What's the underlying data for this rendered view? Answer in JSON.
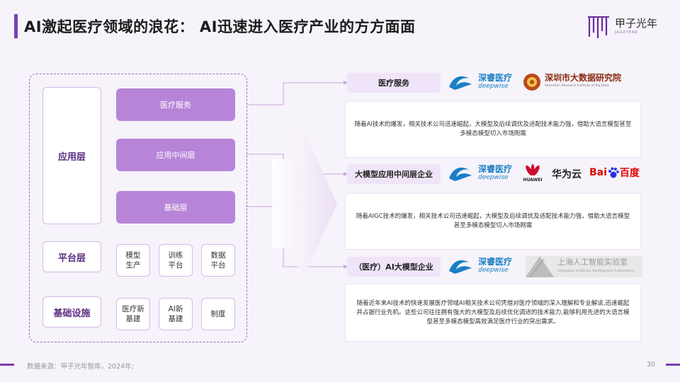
{
  "header": {
    "title": "AI激起医疗领域的浪花： AI迅速进入医疗产业的方方面面",
    "brand_name": "甲子光年",
    "brand_sub": "JAZZYEAR"
  },
  "diagram": {
    "layers": {
      "application": "应用层",
      "platform": "平台层",
      "infrastructure": "基础设施"
    },
    "app_items": [
      "医疗服务",
      "应用中间层",
      "基础层"
    ],
    "platform_items": [
      {
        "line1": "模型",
        "line2": "生产"
      },
      {
        "line1": "训练",
        "line2": "平台"
      },
      {
        "line1": "数据",
        "line2": "平台"
      }
    ],
    "infra_items": [
      {
        "line1": "医疗新",
        "line2": "基建"
      },
      {
        "line1": "AI新",
        "line2": "基建"
      },
      {
        "line1": "制度",
        "line2": ""
      }
    ]
  },
  "categories": [
    {
      "label": "医疗服务",
      "desc": "随着AI技术的爆发，相关技术公司迅速崛起，大模型及后续调优及适配技术能力强，借助大语言模型甚至多模态模型切入市场刚需"
    },
    {
      "label": "大模型应用中间层企业",
      "desc": "随着AIGC技术的爆发，相关技术公司迅速崛起，大模型及后续调优及适配技术能力强，借助大语言模型甚至多模态模型切入市场刚需"
    },
    {
      "label": "（医疗）AI大模型企业",
      "desc": "随着近年来AI技术的快速发展医疗领域AI相关技术公司凭借对医疗领域的深入理解和专业解读,迅速崛起并占据行业先机。这些公司往往拥有强大的大模型及后续优化调适的技术能力,能够利用先进的大语言模型甚至多模态模型高效满足医疗行业的突出需求。"
    }
  ],
  "logos": {
    "deepwise_cn": "深睿医疗",
    "deepwise_en": "deepwise",
    "sribd_cn": "深圳市大数据研究院",
    "sribd_en": "Shenzhen Research Institute of Big Data",
    "huawei": "HUAWEI",
    "huawei_cloud": "华为云",
    "baidu_cn": "百度",
    "baidu_en": "Bai",
    "shlab": "上海人工智能实验室",
    "shlab_en": "Shanghai Artificial Intelligence Laboratory"
  },
  "footer": {
    "source": "数据来源：甲子光年智库，2024年;",
    "page": "30"
  },
  "colors": {
    "accent": "#7b3fb0",
    "box_purple": "#b784d8",
    "label_bg": "#efe4f8",
    "deepwise_blue": "#1a7fc6",
    "huawei_red": "#cf0a2c",
    "baidu_blue": "#2932e1",
    "baidu_red": "#e10602",
    "sribd_brown": "#8b2a10"
  }
}
